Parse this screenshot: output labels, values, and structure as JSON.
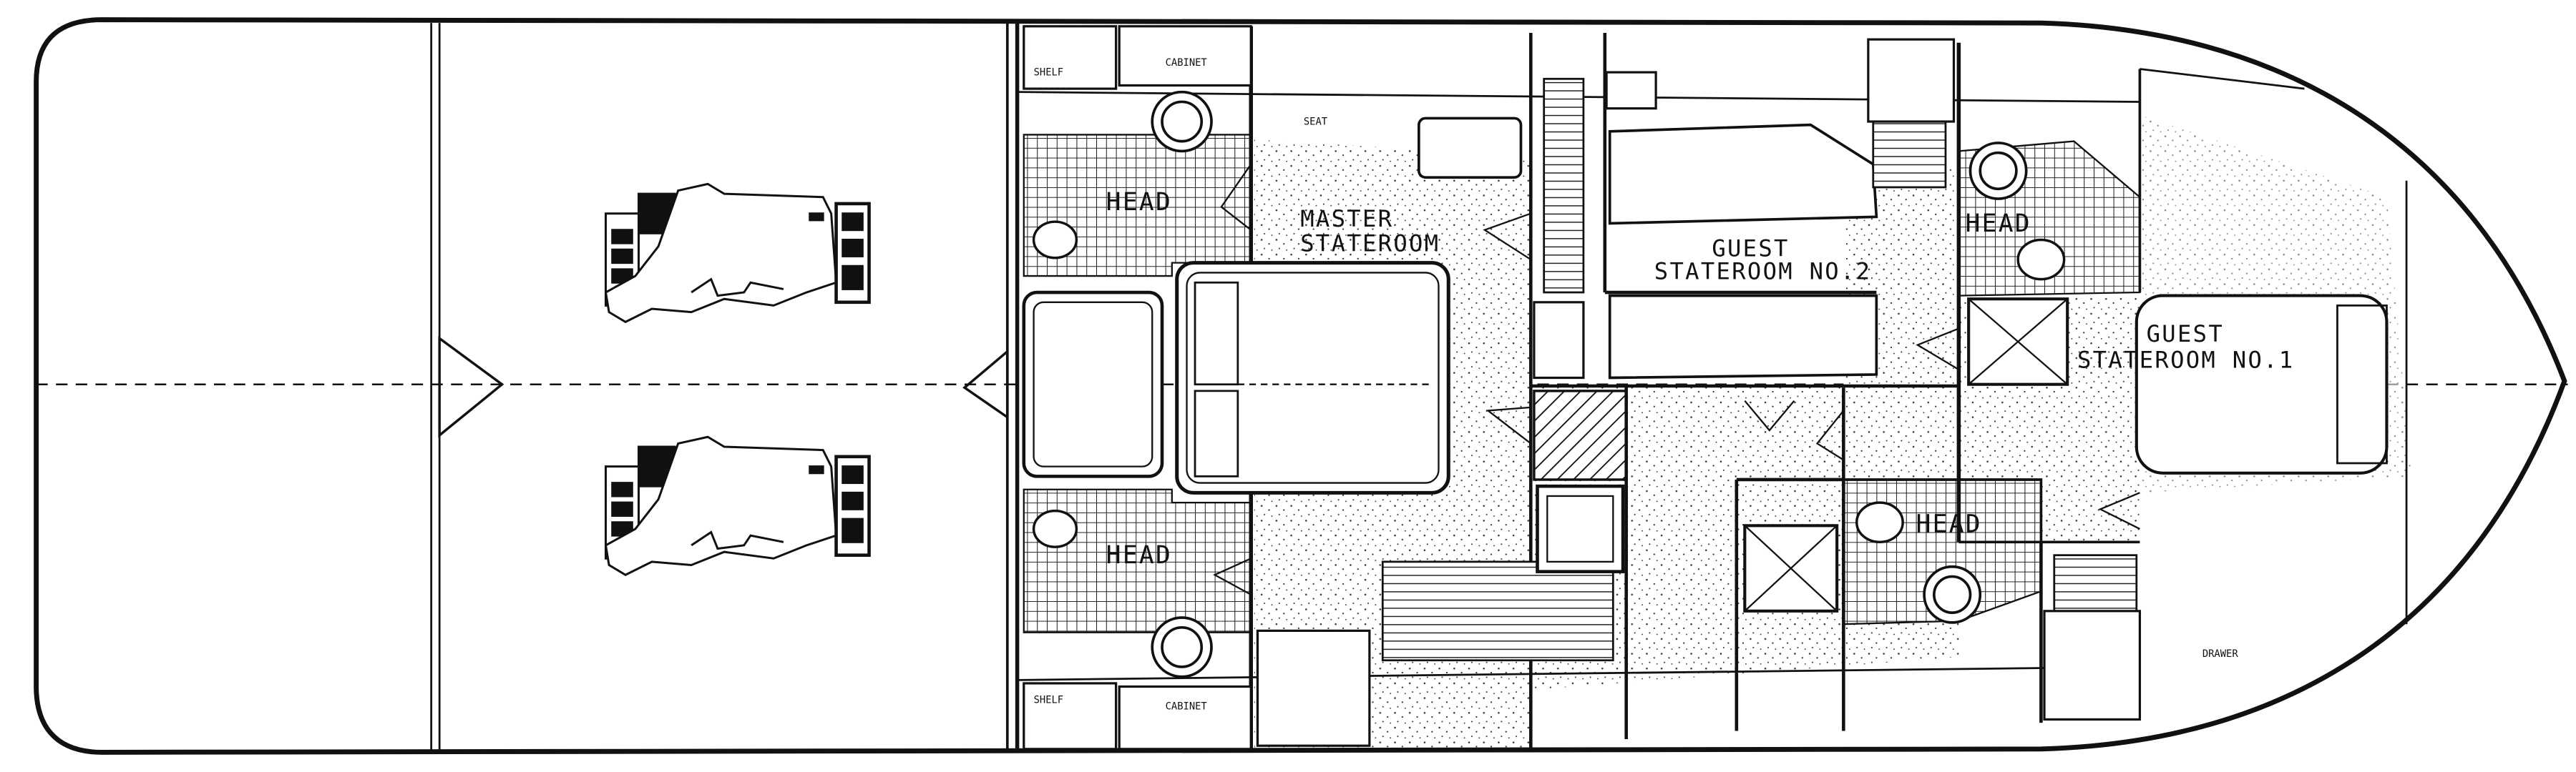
{
  "plan": {
    "rooms": {
      "master": [
        "MASTER",
        "STATEROOM"
      ],
      "guest2": [
        "GUEST",
        "STATEROOM NO.2"
      ],
      "guest1": [
        "GUEST",
        "STATEROOM NO.1"
      ],
      "head_master_top": "HEAD",
      "head_master_bottom": "HEAD",
      "head_guest1": "HEAD",
      "head_guest2": "HEAD"
    },
    "small_labels": {
      "shelf": "SHELF",
      "cabinet": "CABINET",
      "seat": "SEAT",
      "drawer": "DRAWER"
    },
    "colors": {
      "ink": "#111111",
      "paper": "#ffffff"
    }
  }
}
